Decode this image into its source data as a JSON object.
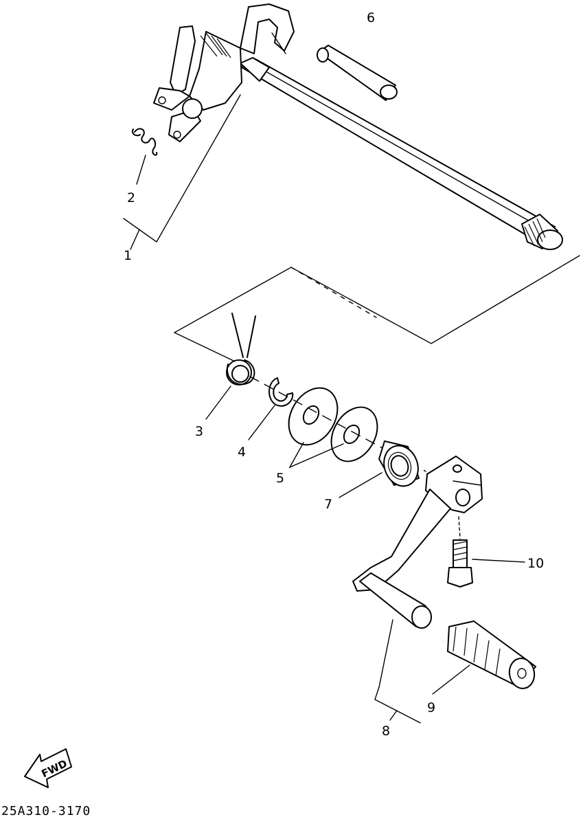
{
  "callouts": {
    "c1": "1",
    "c2": "2",
    "c3": "3",
    "c4": "4",
    "c5": "5",
    "c6": "6",
    "c7": "7",
    "c8": "8",
    "c9": "9",
    "c10": "10"
  },
  "fwd_arrow": {
    "label": "FWD",
    "icon": "fwd-arrow-icon"
  },
  "drawing_code": "25A310-3170",
  "colors": {
    "ink": "#000000",
    "paper": "#ffffff"
  }
}
